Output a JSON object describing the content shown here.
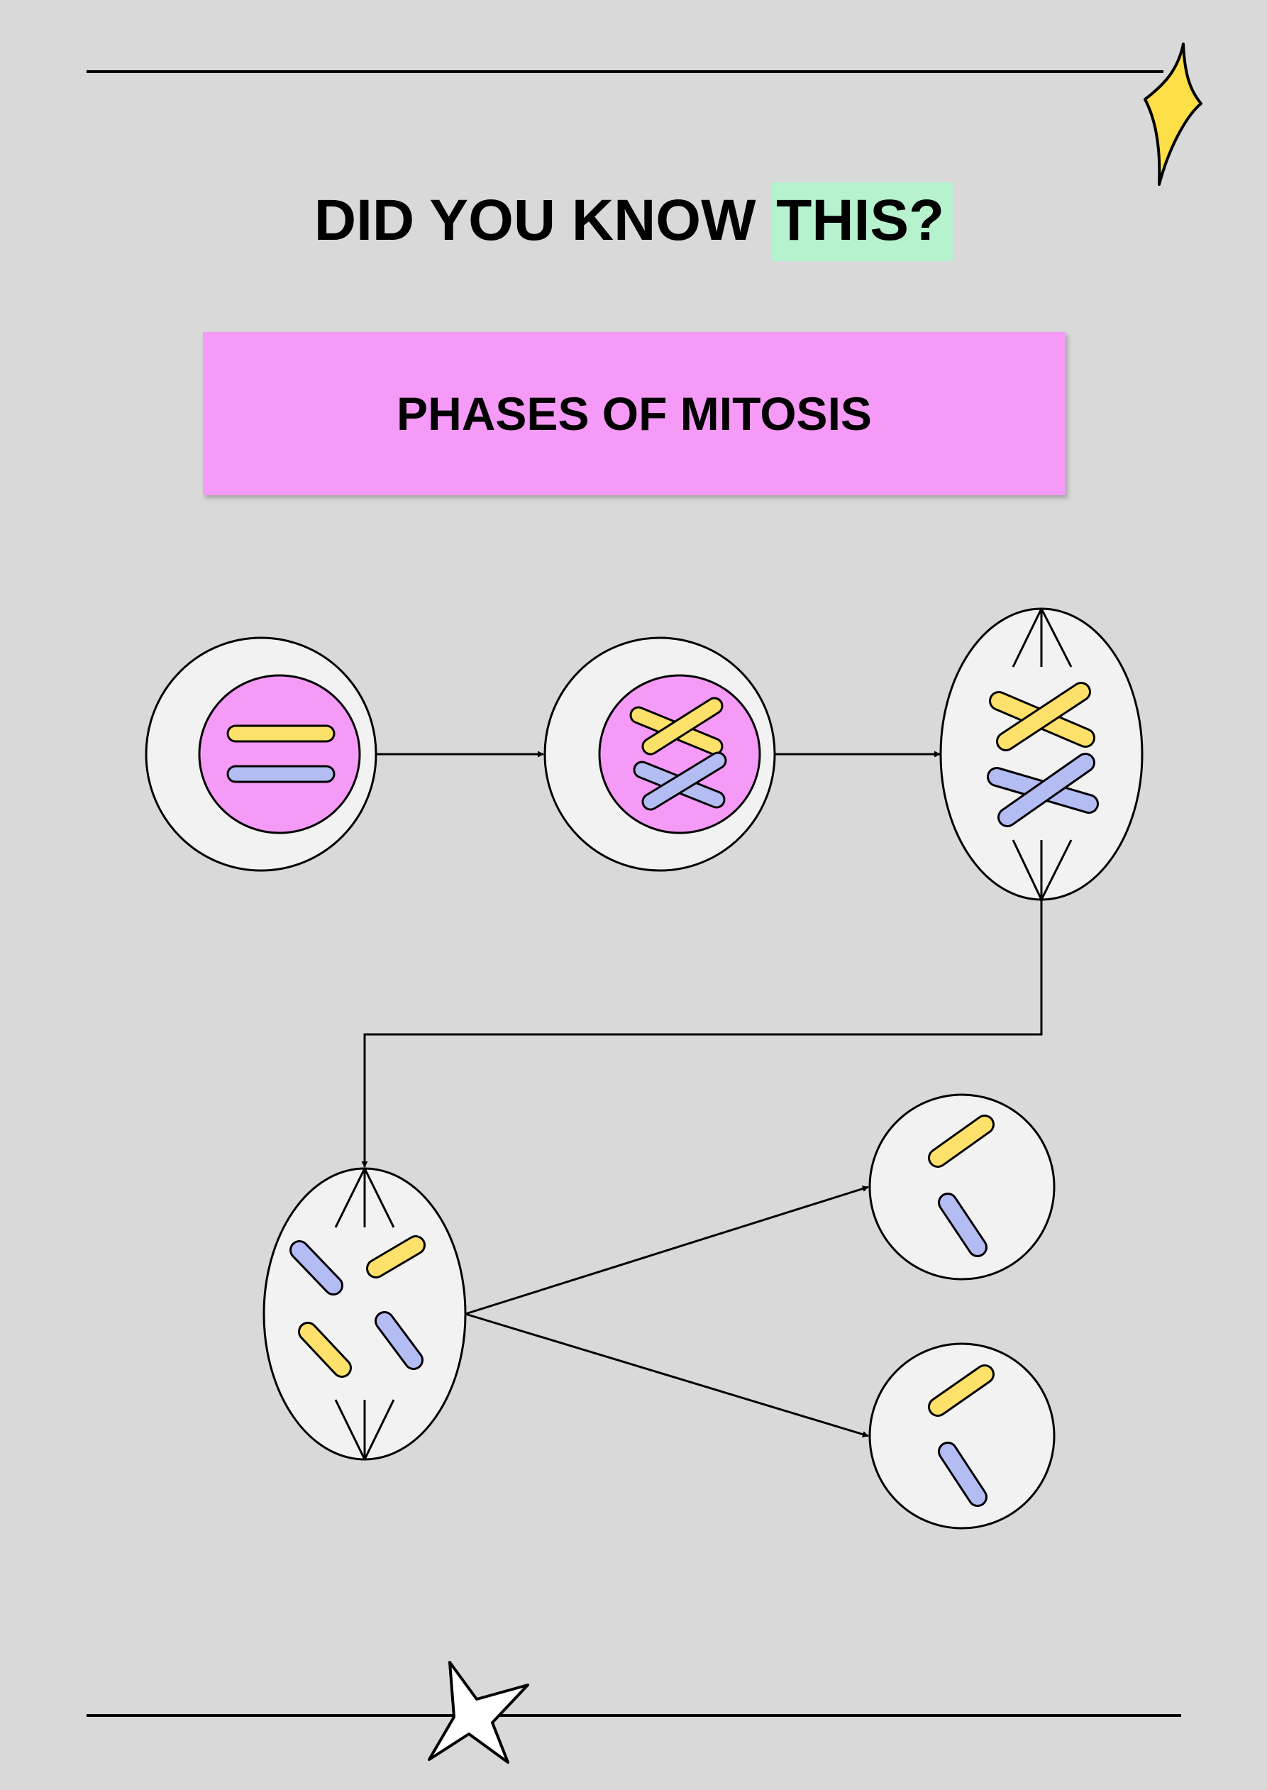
{
  "heading": {
    "lead": "DID YOU KNOW ",
    "highlight": "THIS?"
  },
  "banner": {
    "title": "PHASES OF MITOSIS"
  },
  "colors": {
    "background": "#d9d9d9",
    "banner": "#f59af6",
    "highlight": "#b5f2cd",
    "nucleus": "#f59af6",
    "cell": "#f2f2f2",
    "chromosome_yellow": "#fde16a",
    "chromosome_blue": "#b4bcf4",
    "sparkle": "#fde047",
    "outline": "#000000"
  },
  "icons": [
    "sparkle-icon",
    "star-icon"
  ]
}
